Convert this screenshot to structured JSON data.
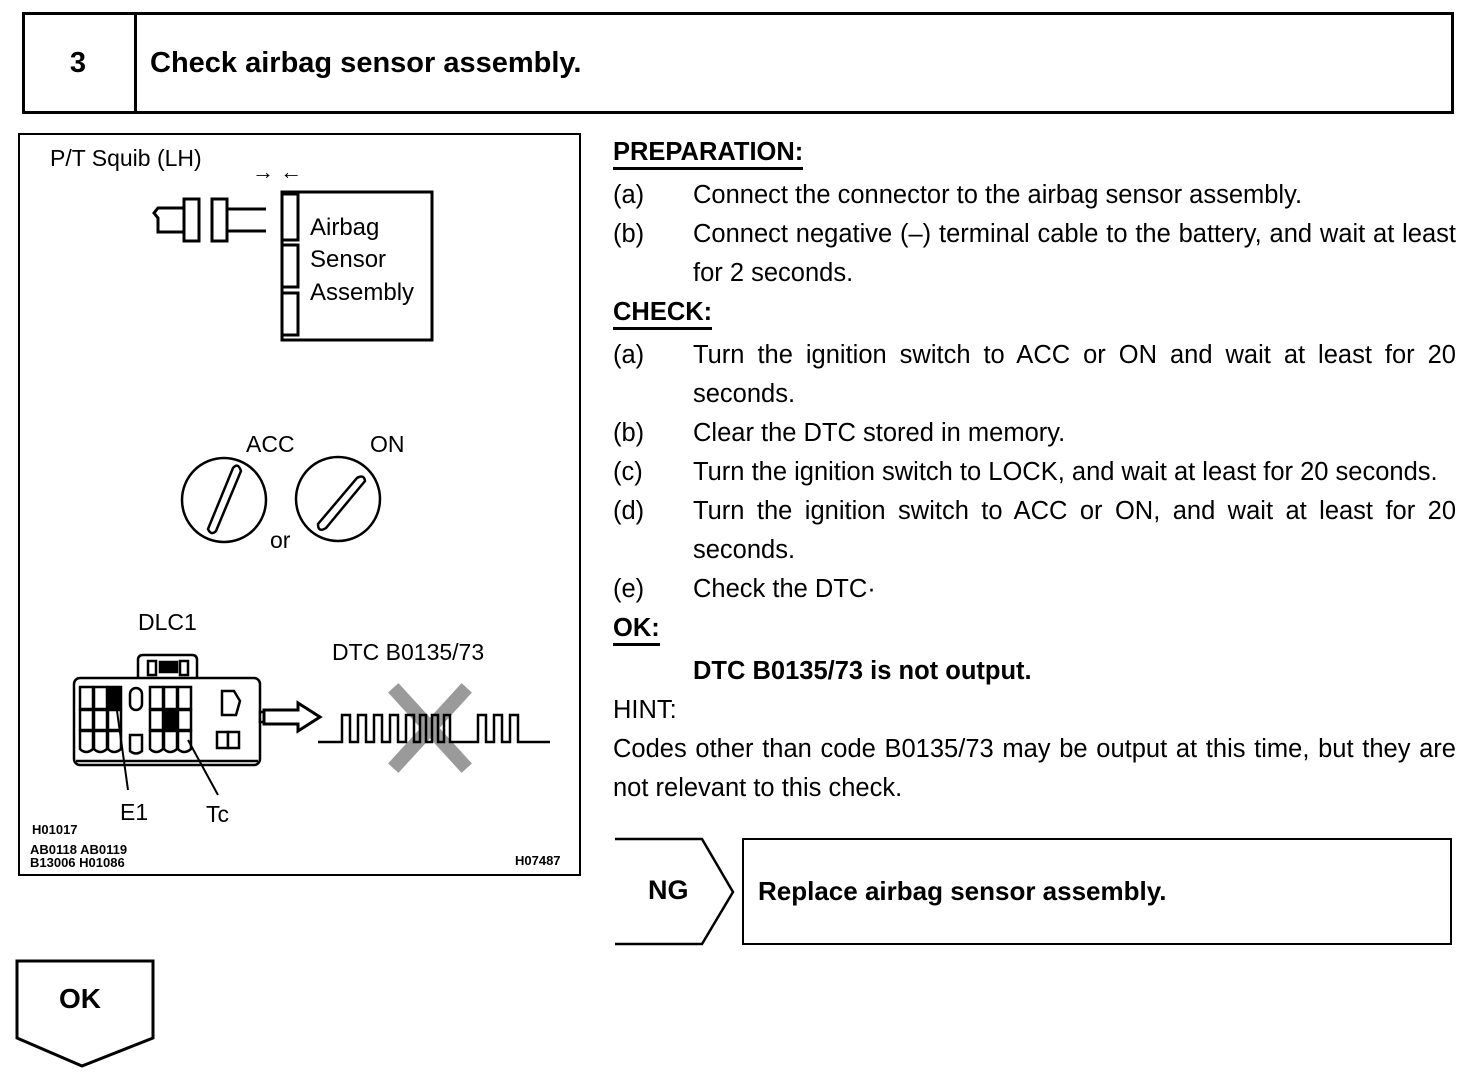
{
  "step": {
    "number": "3",
    "title": "Check airbag sensor assembly."
  },
  "illustration": {
    "squib_label": "P/T Squib (LH)",
    "arrows": "→ ←",
    "sensor_label_lines": [
      "Airbag",
      "Sensor",
      "Assembly"
    ],
    "switch_labels": {
      "acc": "ACC",
      "on": "ON",
      "or": "or"
    },
    "dlc_label": "DLC1",
    "dtc_label": "DTC B0135/73",
    "terminal_e1": "E1",
    "terminal_tc": "Tc",
    "ref_codes_left": [
      "H01017",
      "AB0118 AB0119",
      "B13006 H01086"
    ],
    "ref_code_right": "H07487",
    "icons": [
      "squib-connector-icon",
      "sensor-connector-icon",
      "ignition-switch-acc-icon",
      "ignition-switch-on-icon",
      "dlc1-connector-icon",
      "right-arrow-icon",
      "dtc-pulse-waveform-icon",
      "cross-out-x-icon"
    ]
  },
  "preparation": {
    "heading": "PREPARATION:",
    "items": [
      {
        "label": "(a)",
        "text": "Connect the connector to the airbag sensor assembly."
      },
      {
        "label": "(b)",
        "text": "Connect negative (–) terminal cable to the battery, and wait at least for 2 seconds."
      }
    ]
  },
  "check": {
    "heading": "CHECK:",
    "items": [
      {
        "label": "(a)",
        "text": "Turn the ignition switch to ACC or ON and wait at least for 20 seconds."
      },
      {
        "label": "(b)",
        "text": "Clear the DTC stored in memory."
      },
      {
        "label": "(c)",
        "text": "Turn the ignition switch to LOCK, and wait at least for 20 seconds."
      },
      {
        "label": "(d)",
        "text": "Turn the ignition switch to ACC or ON, and wait at least for 20 seconds."
      },
      {
        "label": "(e)",
        "text": "Check the DTC·"
      }
    ]
  },
  "ok_result": {
    "heading": "OK:",
    "text": "DTC B0135/73 is not output."
  },
  "hint": {
    "heading": "HINT:",
    "text": "Codes other than code B0135/73 may be output at this time, but they are not relevant to this check."
  },
  "ng_branch": {
    "label": "NG",
    "action": "Replace airbag sensor assembly."
  },
  "ok_branch": {
    "label": "OK"
  }
}
